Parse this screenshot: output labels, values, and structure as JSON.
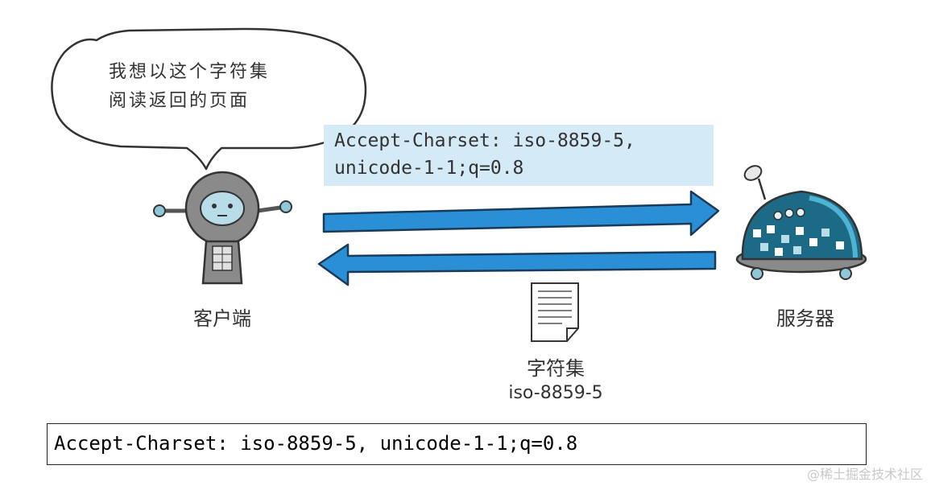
{
  "speech_bubble": {
    "line1": "我想以这个字符集",
    "line2": "阅读返回的页面"
  },
  "request_header": {
    "text": "Accept-Charset: iso-8859-5,\nunicode-1-1;q=0.8"
  },
  "client": {
    "label": "客户端"
  },
  "server": {
    "label": "服务器"
  },
  "response": {
    "label": "字符集",
    "value": "iso-8859-5"
  },
  "caption": {
    "text": "Accept-Charset: iso-8859-5, unicode-1-1;q=0.8"
  },
  "watermark": "@稀土掘金技术社区",
  "colors": {
    "arrow": "#2a8fd4",
    "arrow_outline": "#1a3a5a",
    "header_bg": "#d4eaf6",
    "server_dome": "#1d6a86"
  }
}
